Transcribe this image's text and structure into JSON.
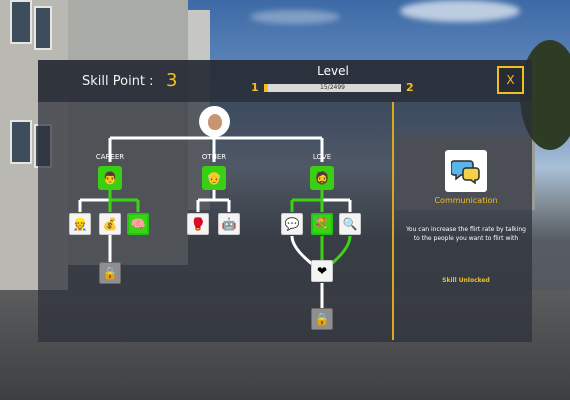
{
  "header": {
    "skill_point_label": "Skill Point :",
    "skill_point_value": "3",
    "level_title": "Level",
    "level_current": "1",
    "level_next": "2",
    "xp_text": "15/2499",
    "xp_progress": 0.006,
    "close_label": "X"
  },
  "tree": {
    "categories": [
      {
        "label": "CAREER"
      },
      {
        "label": "OTHER"
      },
      {
        "label": "LOVE"
      }
    ]
  },
  "detail": {
    "title": "Communication",
    "description": "You can increase the flirt rate by talking to the people you want to flirt with",
    "status": "Skill Unlocked",
    "icon": "speech-bubbles-icon"
  },
  "colors": {
    "accent_yellow": "#f0c020",
    "unlocked_green": "#3cd316",
    "panel_bg": "#2d313a"
  }
}
